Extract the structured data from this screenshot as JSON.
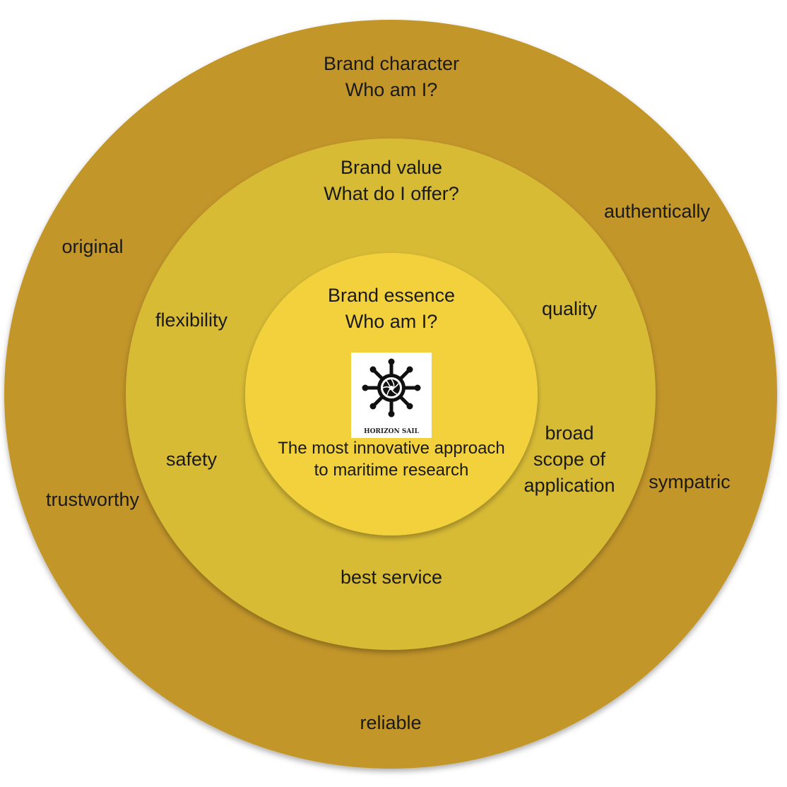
{
  "colors": {
    "outer_ring": "#C3962C",
    "middle_ring": "#D8BB36",
    "inner_ring": "#F2D13C",
    "text": "#1a1a1a",
    "background": "#FFFFFF"
  },
  "outer": {
    "title_line1": "Brand character",
    "title_line2": "Who am I?",
    "items": [
      "authentically",
      "original",
      "trustworthy",
      "sympatric",
      "reliable"
    ]
  },
  "middle": {
    "title_line1": "Brand value",
    "title_line2": "What do I offer?",
    "items": [
      "flexibility",
      "quality",
      "safety",
      "broad",
      "scope of",
      "application",
      "best service"
    ]
  },
  "inner": {
    "title_line1": "Brand essence",
    "title_line2": "Who am I?",
    "statement_line1": "The most innovative approach",
    "statement_line2": "to maritime research",
    "logo": {
      "icon": "ship-wheel-icon",
      "text": "HORIZON SAIL"
    }
  }
}
